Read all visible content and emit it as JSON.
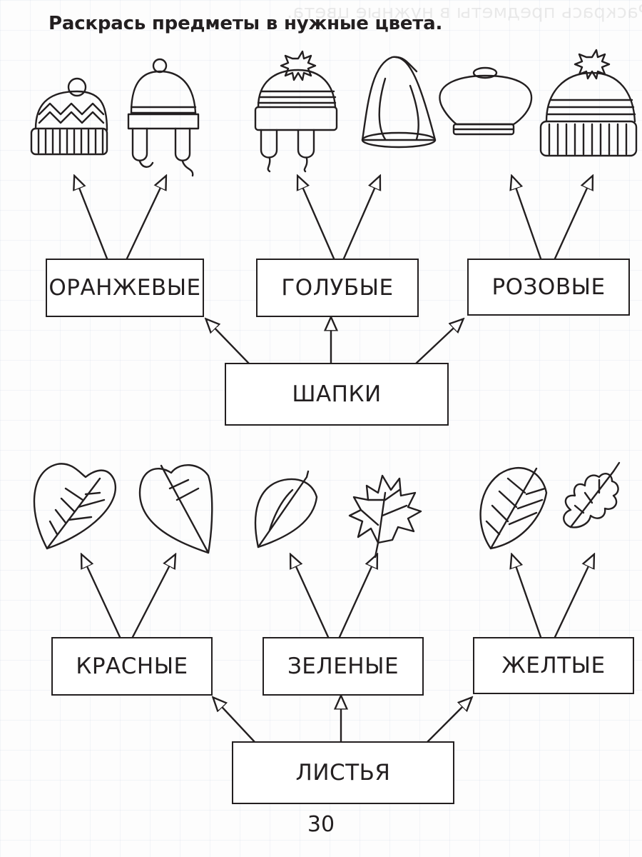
{
  "page": {
    "instruction": "Раскрась предметы в нужные цвета.",
    "page_number": "30"
  },
  "hats_section": {
    "category": "ШАПКИ",
    "color_labels": [
      "ОРАНЖЕВЫЕ",
      "ГОЛУБЫЕ",
      "РОЗОВЫЕ"
    ],
    "items": [
      "knit-hat-diamond-icon",
      "earflap-hat-icon",
      "pompom-earflap-hat-icon",
      "tassel-cone-hat-icon",
      "beret-icon",
      "star-pompom-knit-hat-icon"
    ]
  },
  "leaves_section": {
    "category": "ЛИСТЬЯ",
    "color_labels": [
      "КРАСНЫЕ",
      "ЗЕЛЕНЫЕ",
      "ЖЕЛТЫЕ"
    ],
    "items": [
      "linden-leaf-icon",
      "heart-leaf-icon",
      "birch-leaf-icon",
      "maple-leaf-icon",
      "elm-leaf-icon",
      "oak-leaf-icon"
    ]
  },
  "colors": {
    "ink": "#231f20",
    "paper": "#fdfdfd",
    "grid": "#96aac8"
  }
}
